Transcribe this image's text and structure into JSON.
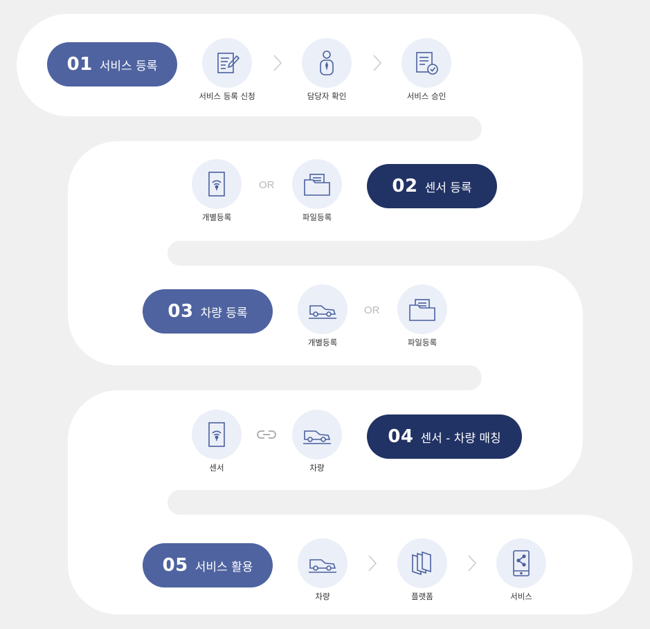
{
  "steps": [
    {
      "num": "01",
      "title": "서비스 등록",
      "nodes": [
        {
          "icon": "form-edit-icon",
          "label": "서비스 등록 신청"
        },
        {
          "icon": "manager-person-icon",
          "label": "담당자 확인"
        },
        {
          "icon": "document-check-icon",
          "label": "서비스 승인"
        }
      ]
    },
    {
      "num": "02",
      "title": "센서 등록",
      "connector": "OR",
      "nodes": [
        {
          "icon": "sensor-signal-icon",
          "label": "개별등록"
        },
        {
          "icon": "folder-file-icon",
          "label": "파일등록"
        }
      ]
    },
    {
      "num": "03",
      "title": "차량 등록",
      "connector": "OR",
      "nodes": [
        {
          "icon": "vehicle-icon",
          "label": "개별등록"
        },
        {
          "icon": "folder-file-icon",
          "label": "파일등록"
        }
      ]
    },
    {
      "num": "04",
      "title": "센서 - 차량 매칭",
      "connector": "link-icon",
      "nodes": [
        {
          "icon": "sensor-signal-icon",
          "label": "센서"
        },
        {
          "icon": "vehicle-icon",
          "label": "차량"
        }
      ]
    },
    {
      "num": "05",
      "title": "서비스 활용",
      "nodes": [
        {
          "icon": "vehicle-icon",
          "label": "차량"
        },
        {
          "icon": "platform-layers-icon",
          "label": "플랫폼"
        },
        {
          "icon": "mobile-share-icon",
          "label": "서비스"
        }
      ]
    }
  ],
  "colors": {
    "pill_light": "#4f63a0",
    "pill_dark": "#213264",
    "node_bg": "#ebeff8",
    "icon": "#4a5f9e",
    "path": "#ffffff",
    "background": "#f0f0f0"
  }
}
